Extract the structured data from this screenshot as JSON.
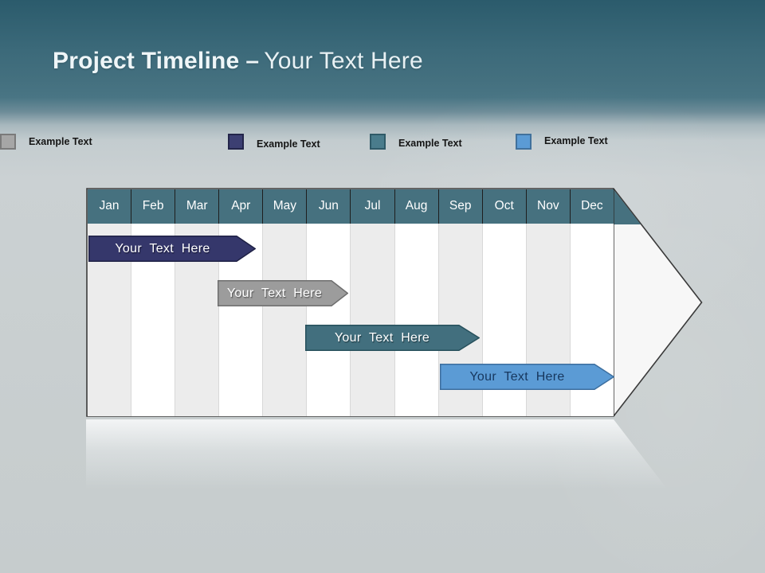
{
  "slide": {
    "title": {
      "strong": "Project Timeline",
      "dash": "–",
      "light": "Your Text Here"
    }
  },
  "legend": {
    "items": [
      {
        "label": "Example Text",
        "color": "#3C3F72",
        "border": "#23254A"
      },
      {
        "label": "Example Text",
        "color": "#4A7C8C",
        "border": "#2F5A68"
      },
      {
        "label": "Example Text",
        "color": "#5B9BD5",
        "border": "#41719C"
      },
      {
        "label": "Example Text",
        "color": "#A6A6A6",
        "border": "#7A7A7A"
      }
    ]
  },
  "timeline": {
    "header_color": "#46717F",
    "months": [
      "Jan",
      "Feb",
      "Mar",
      "Apr",
      "May",
      "Jun",
      "Jul",
      "Aug",
      "Sep",
      "Oct",
      "Nov",
      "Dec"
    ],
    "bars": [
      {
        "label": "Your Text Here",
        "color": "#35376B",
        "border": "#1F2145",
        "text_color": "#FFFFFF",
        "start": "Jan",
        "end": "Mar"
      },
      {
        "label": "Your Text Here",
        "color": "#9C9C9C",
        "border": "#6E6E6E",
        "text_color": "#FFFFFF",
        "start": "Apr",
        "end": "Jun"
      },
      {
        "label": "Your Text Here",
        "color": "#426F7E",
        "border": "#27505C",
        "text_color": "#FFFFFF",
        "start": "Jun",
        "end": "Sep"
      },
      {
        "label": "Your Text Here",
        "color": "#5B9BD5",
        "border": "#3C6E9E",
        "text_color": "#17375E",
        "start": "Sep",
        "end": "Dec"
      }
    ]
  },
  "chart_data": {
    "type": "bar",
    "subtype": "gantt-timeline",
    "title": "Project Timeline – Your Text Here",
    "categories": [
      "Jan",
      "Feb",
      "Mar",
      "Apr",
      "May",
      "Jun",
      "Jul",
      "Aug",
      "Sep",
      "Oct",
      "Nov",
      "Dec"
    ],
    "xlim": [
      1,
      13
    ],
    "grid": "vertical-alternating-stripes",
    "legend_position": "top",
    "series": [
      {
        "name": "Your Text Here",
        "color": "#35376B",
        "start_month_index": 1,
        "end_month_index": 3.8
      },
      {
        "name": "Your Text Here",
        "color": "#9C9C9C",
        "start_month_index": 4,
        "end_month_index": 6.9
      },
      {
        "name": "Your Text Here",
        "color": "#426F7E",
        "start_month_index": 6,
        "end_month_index": 9.9
      },
      {
        "name": "Your Text Here",
        "color": "#5B9BD5",
        "start_month_index": 9,
        "end_month_index": 13
      }
    ]
  }
}
